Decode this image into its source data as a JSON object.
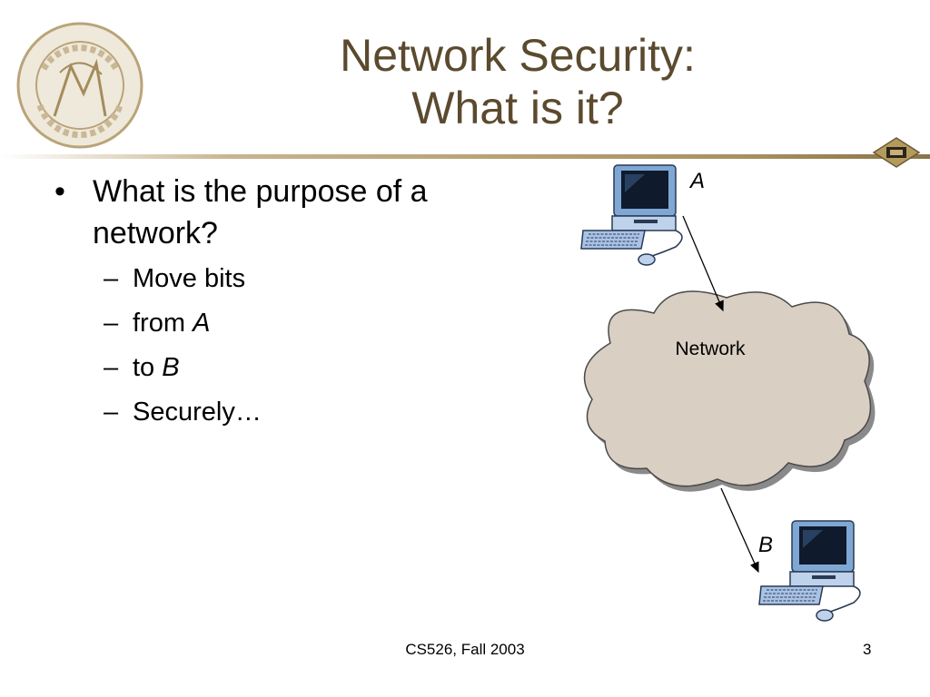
{
  "title": {
    "line1": "Network Security:",
    "line2": "What is it?"
  },
  "bullets": {
    "main": "What is the purpose of a network?",
    "subs": [
      {
        "text": "Move bits",
        "emph": ""
      },
      {
        "text": "from ",
        "emph": "A"
      },
      {
        "text": "to ",
        "emph": "B"
      },
      {
        "text": "Securely…",
        "emph": ""
      }
    ],
    "bullet_mark": "•",
    "dash_mark": "–"
  },
  "diagram": {
    "cloud_label": "Network",
    "label_a": "A",
    "label_b": "B"
  },
  "footer": {
    "course": "CS526, Fall 2003",
    "page": "3"
  },
  "colors": {
    "title": "#5b4a2e",
    "rule": "#b8a27a",
    "cloud_fill": "#d9cfc3"
  },
  "icons": {
    "seal": "purdue-university-seal-icon",
    "corner": "purdue-logo-icon",
    "computer": "desktop-computer-icon"
  }
}
